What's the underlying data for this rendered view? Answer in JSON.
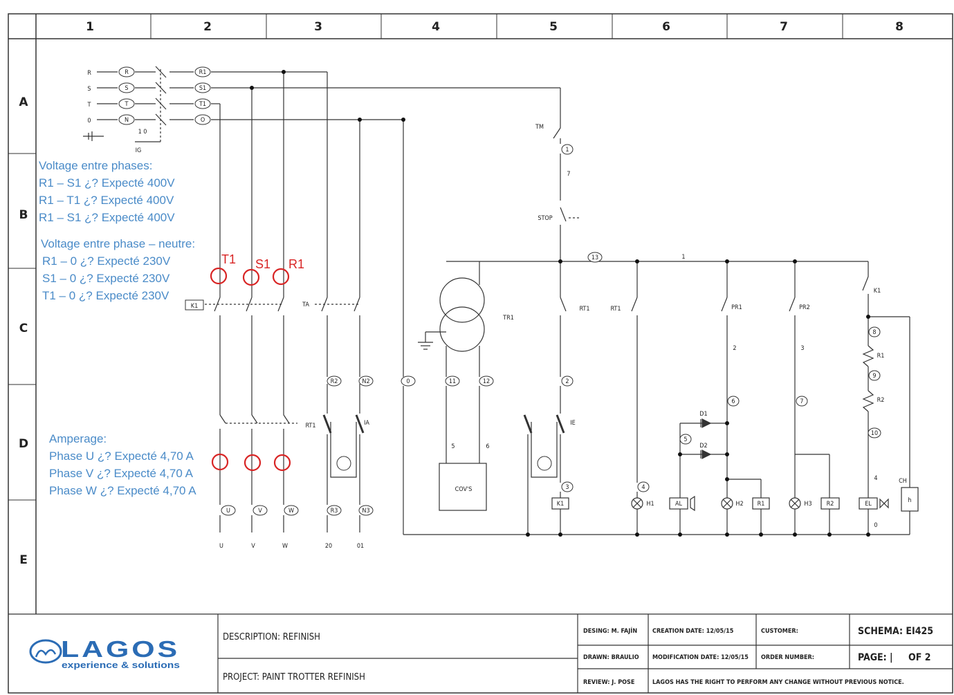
{
  "grid": {
    "columns": [
      "1",
      "2",
      "3",
      "4",
      "5",
      "6",
      "7",
      "8"
    ],
    "rows": [
      "A",
      "B",
      "C",
      "D",
      "E"
    ]
  },
  "wire_labels": {
    "inputs": [
      "R",
      "S",
      "T",
      "0"
    ],
    "circle_in": [
      "R",
      "S",
      "T",
      "N"
    ],
    "circle_out": [
      "R1",
      "S1",
      "T1",
      "O"
    ],
    "switch_pos": "1 0",
    "switch_name": "IG",
    "contactor_k1": "K1",
    "ta": "TA",
    "rt1_main": "RT1",
    "ia": "IA",
    "r2": "R2",
    "n2": "N2",
    "zero": "0",
    "w11": "11",
    "w12": "12",
    "tr1": "TR1",
    "p5": "5",
    "p6": "6",
    "covs": "COV'S",
    "tm": "TM",
    "w1": "1",
    "p7": "7",
    "stop": "STOP",
    "w13": "13",
    "rt1_ctrl": "RT1",
    "rt1_ctrl2": "RT1",
    "w2": "2",
    "ie": "IE",
    "w3": "3",
    "k1_coil": "K1",
    "w4": "4",
    "h1": "H1",
    "link1": "1",
    "pr1": "PR1",
    "pr2": "PR2",
    "p2": "2",
    "p3": "3",
    "w6": "6",
    "w7": "7",
    "d1": "D1",
    "d2": "D2",
    "w5": "5",
    "al": "AL",
    "h2": "H2",
    "r1box": "R1",
    "h3": "H3",
    "r2box": "R2",
    "k1_top": "K1",
    "w8": "8",
    "r1res": "R1",
    "w9": "9",
    "r2res": "R2",
    "w10": "10",
    "p4": "4",
    "p0": "0",
    "el": "EL",
    "ch": "CH",
    "h": "h",
    "outU": "U",
    "outV": "V",
    "outW": "W",
    "outR3": "R3",
    "outN3": "N3",
    "term_u": "U",
    "term_v": "V",
    "term_w": "W",
    "term_20": "20",
    "term_01": "01"
  },
  "annotations": {
    "voltage_phases_title": "Voltage entre phases:",
    "voltage_phases": [
      "R1 – S1  ¿? Expecté 400V",
      "R1 – T1  ¿? Expecté 400V",
      "R1 – S1  ¿? Expecté 400V"
    ],
    "voltage_neutral_title": "Voltage entre phase – neutre:",
    "voltage_neutral": [
      "R1 – 0  ¿? Expecté 230V",
      "S1 – 0  ¿? Expecté 230V",
      "T1 – 0  ¿? Expecté 230V"
    ],
    "phase_marks": [
      "T1",
      "S1",
      "R1"
    ],
    "amperage_title": "Amperage:",
    "amperage": [
      "Phase U ¿? Expecté 4,70 A",
      "Phase V ¿? Expecté 4,70 A",
      "Phase W ¿? Expecté 4,70 A"
    ],
    "highlight_color": "#d82424",
    "text_color": "#4a8bc8"
  },
  "title_block": {
    "logo_text": "LAGOS",
    "logo_tagline": "experience & solutions",
    "logo_color": "#2b6cb5",
    "description": "DESCRIPTION: REFINISH",
    "project": "PROJECT:  PAINT TROTTER REFINISH",
    "design": "DESING: M. FAJÍN",
    "drawn": "DRAWN: BRAULIO",
    "review": "REVIEW: J. POSE",
    "creation_date": "CREATION DATE: 12/05/15",
    "modification_date": "MODIFICATION DATE: 12/05/15",
    "customer": "CUSTOMER:",
    "order_number": "ORDER NUMBER:",
    "schema": "SCHEMA:  EI425",
    "page": "PAGE: |",
    "of": "OF  2",
    "notice": "LAGOS HAS THE RIGHT TO PERFORM ANY CHANGE WITHOUT PREVIOUS NOTICE."
  }
}
